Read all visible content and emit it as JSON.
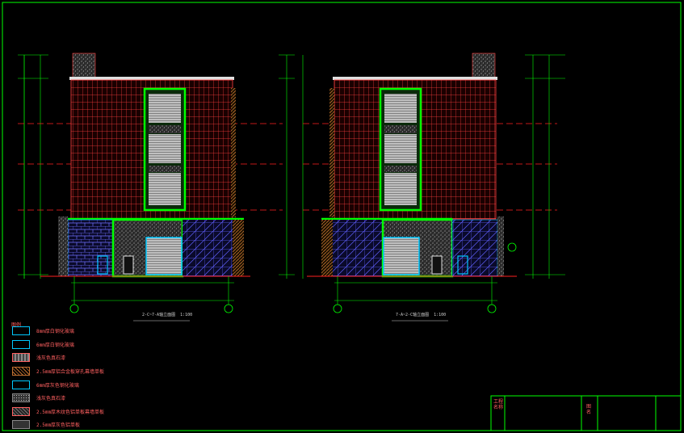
{
  "legend_title": "图例",
  "legend": [
    {
      "text": "8mm厚白钢化玻璃",
      "swatch": "circle-glass"
    },
    {
      "text": "6mm厚白钢化玻璃",
      "swatch": "plain-glass"
    },
    {
      "text": "浅灰色真石漆",
      "swatch": "grey-stone"
    },
    {
      "text": "2.5mm厚铝合金板穿孔幕墙单板",
      "swatch": "hatch"
    },
    {
      "text": "6mm厚灰色钢化玻璃",
      "swatch": "grey-glass"
    },
    {
      "text": "浅灰色真石漆",
      "swatch": "dotted"
    },
    {
      "text": "2.5mm厚木纹色铝单板幕墙单板",
      "swatch": "wood"
    },
    {
      "text": "2.5mm厚灰色铝单板",
      "swatch": "dark"
    }
  ],
  "drawings": [
    {
      "caption": "2-C~7-A轴立面图",
      "scale": "1:100"
    },
    {
      "caption": "7-A~2-C轴立面图",
      "scale": "1:100"
    }
  ],
  "title_block": {
    "cell_a": "工程名称",
    "cell_b": "图名"
  },
  "colors": {
    "frame": "#00ff00",
    "mullion": "#ff3030",
    "glass": "#00c8ff",
    "dim": "#00ff00"
  }
}
